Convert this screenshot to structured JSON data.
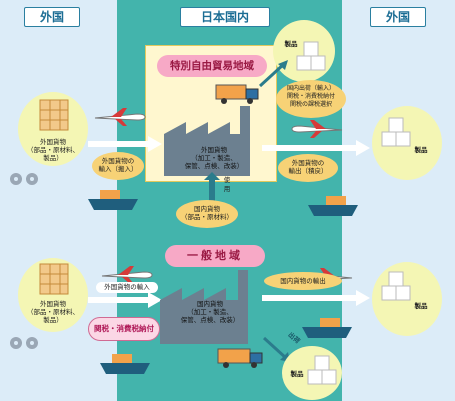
{
  "headers": {
    "left": "外国",
    "center": "日本国内",
    "right": "外国"
  },
  "ftz": {
    "title": "特別自由貿易地域",
    "products_top": "製品",
    "domestic_out_note": "国内出荷（輸入）\n関税・消費税納付\n関税の課税選択",
    "factory_label": "外国貨物\n（加工・製造、\n保管、点検、改装）",
    "import_label": "外国貨物の\n輸入（搬入）",
    "export_label": "外国貨物の\n輸出（積戻）",
    "use_label": "使用",
    "domestic_input_label": "国内貨物\n（部品・原材料）",
    "foreign_goods_left": "外国貨物\n（部品・原材料、\n製品）",
    "products_right": "製品"
  },
  "general": {
    "title": "一般地域",
    "foreign_goods_left": "外国貨物\n（部品・原材料、\n製品）",
    "import_label": "外国貨物の輸入",
    "tax_label": "関税・消費税納付",
    "factory_label": "国内貨物\n（加工・製造、\n保管、点検、改装）",
    "export_label": "国内貨物の輸出",
    "ship_out_label": "出荷",
    "products_bottom": "製品",
    "products_right": "製品"
  },
  "colors": {
    "foreign_zone": "#dcecf8",
    "domestic_zone": "#43b4ac",
    "ftz_box": "#fff7cf",
    "title_pill": "#f7a9c6",
    "oval": "#f7d276",
    "product_circle": "#f4f6b4"
  }
}
